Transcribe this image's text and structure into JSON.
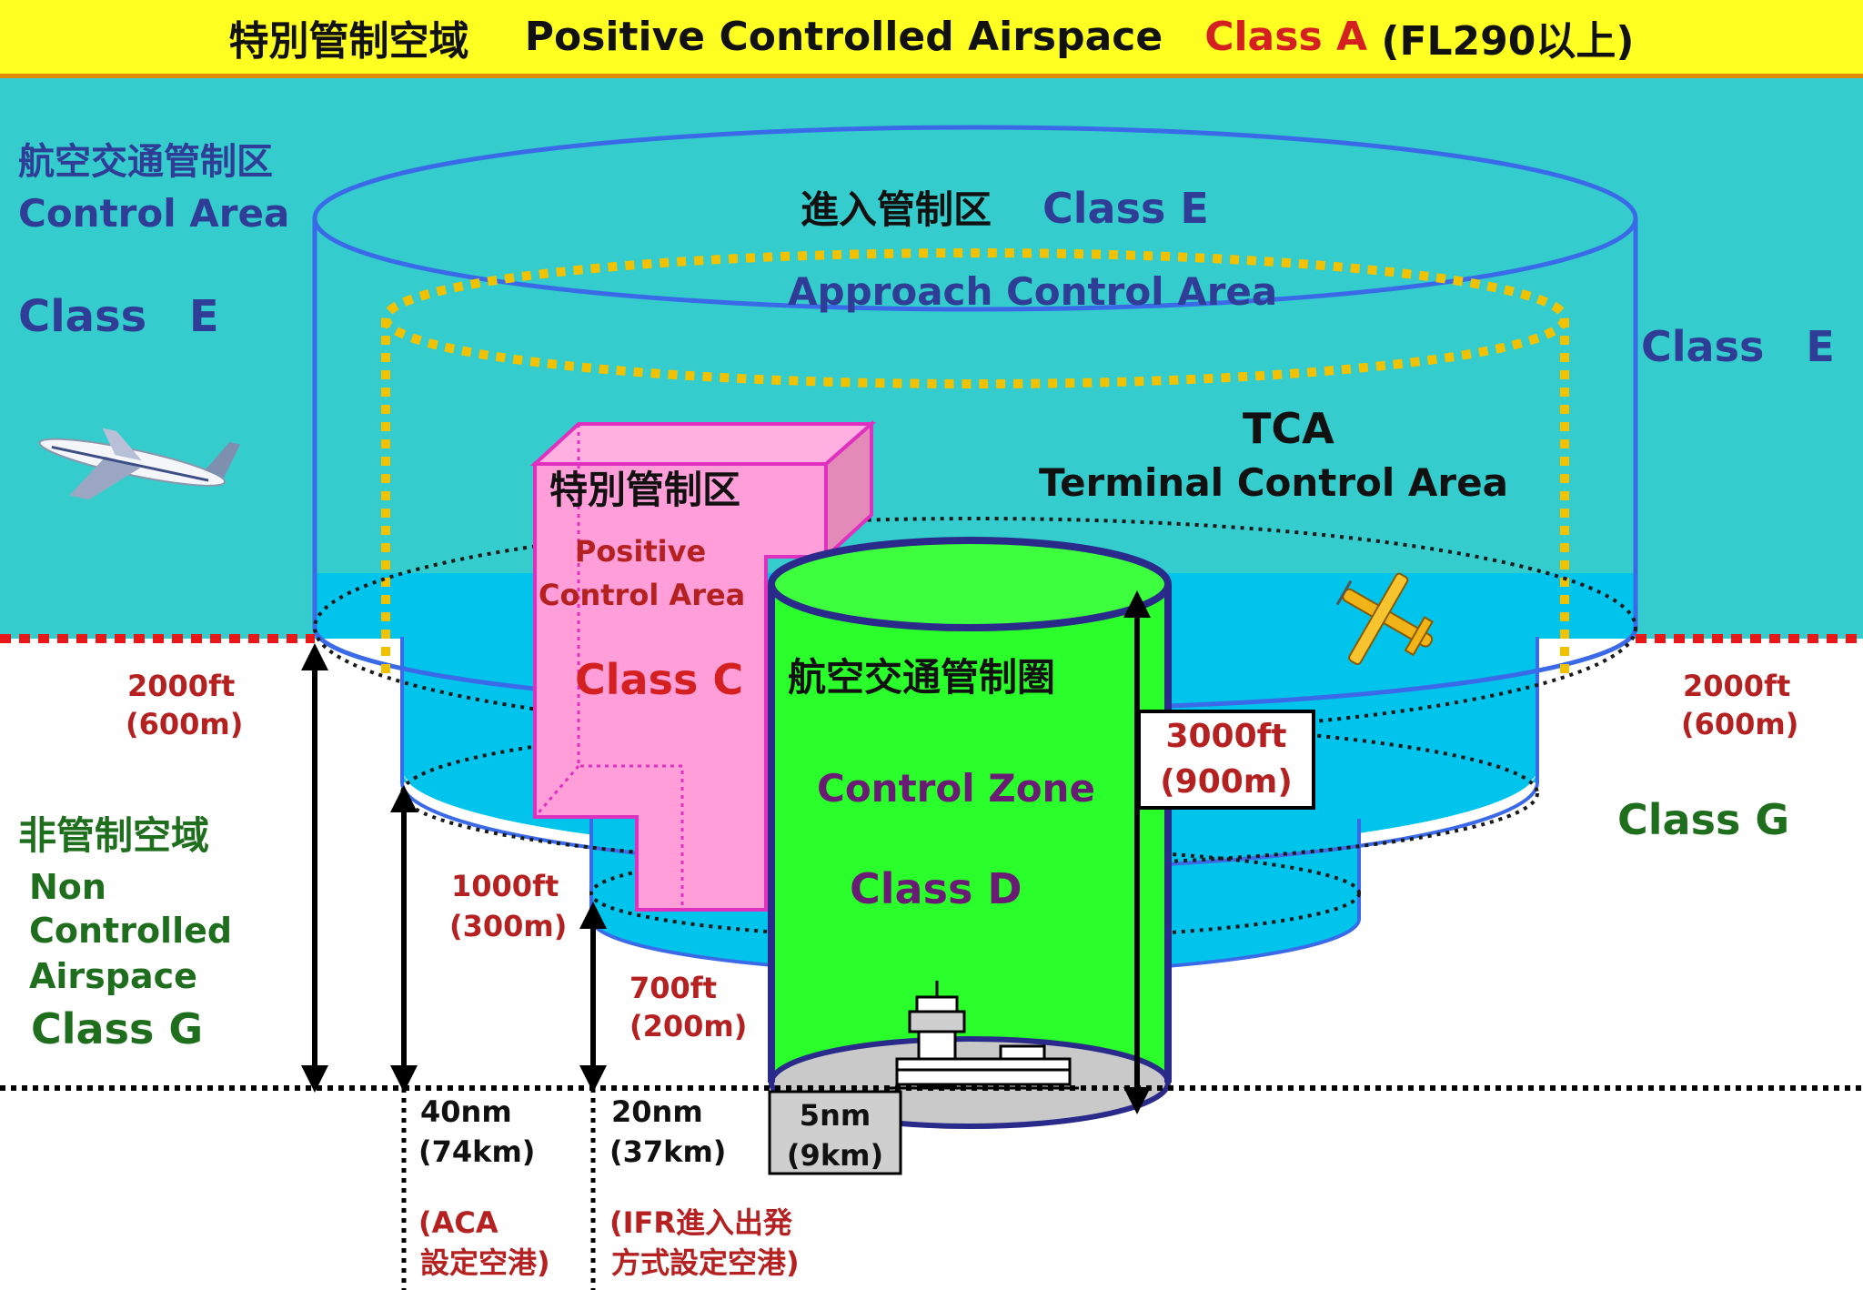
{
  "title": {
    "jp": "特別管制空域",
    "en": "Positive Controlled Airspace",
    "class": "Class A",
    "fl": "(FL290以上)"
  },
  "control_area": {
    "jp": "航空交通管制区",
    "en": "Control Area",
    "class": "Class E"
  },
  "right_class": "Class E",
  "approach": {
    "jp": "進入管制区",
    "class": "Class E",
    "en": "Approach Control Area"
  },
  "tca": {
    "abbr": "TCA",
    "en": "Terminal Control Area"
  },
  "pca": {
    "jp": "特別管制区",
    "en_line1": "Positive",
    "en_line2": "Control Area",
    "class": "Class C"
  },
  "control_zone": {
    "jp": "航空交通管制圏",
    "en": "Control Zone",
    "class": "Class D"
  },
  "non_controlled": {
    "jp": "非管制空域",
    "en_line1": "Non",
    "en_line2": "Controlled",
    "en_line3": "Airspace",
    "class": "Class G"
  },
  "right_class_g": "Class G",
  "heights": {
    "left_2000": {
      "ft": "2000ft",
      "m": "(600m)"
    },
    "right_2000": {
      "ft": "2000ft",
      "m": "(600m)"
    },
    "h_1000": {
      "ft": "1000ft",
      "m": "(300m)"
    },
    "h_700": {
      "ft": "700ft",
      "m": "(200m)"
    },
    "h_3000": {
      "ft": "3000ft",
      "m": "(900m)"
    }
  },
  "radii": {
    "r40": {
      "nm": "40nm",
      "km": "(74km)",
      "note1": "(ACA",
      "note2": "設定空港)"
    },
    "r20": {
      "nm": "20nm",
      "km": "(37km)",
      "note1": "(IFR進入出発",
      "note2": "方式設定空港)"
    },
    "r5": {
      "nm": "5nm",
      "km": "(9km)"
    }
  },
  "colors": {
    "title_bg": "#ffff22",
    "title_border": "#e08a00",
    "upper_sky": "#34cccc",
    "approach_fill": "#00c4ec",
    "cylinder_outline": "#3a6ae8",
    "tca_dots": "#f2c200",
    "pink": "#ff9ed8",
    "pink_edge": "#e030c0",
    "control_zone": "#2bff2b",
    "zone_outline": "#2a2a8a",
    "class_a": "#d42020",
    "class_e": "#2f3d96",
    "class_g": "#1e6e1e",
    "height_label": "#b52020",
    "boundary": "#e81818"
  },
  "icons": [
    "airliner-icon",
    "light-aircraft-icon",
    "control-tower-icon",
    "terminal-building-icon"
  ]
}
